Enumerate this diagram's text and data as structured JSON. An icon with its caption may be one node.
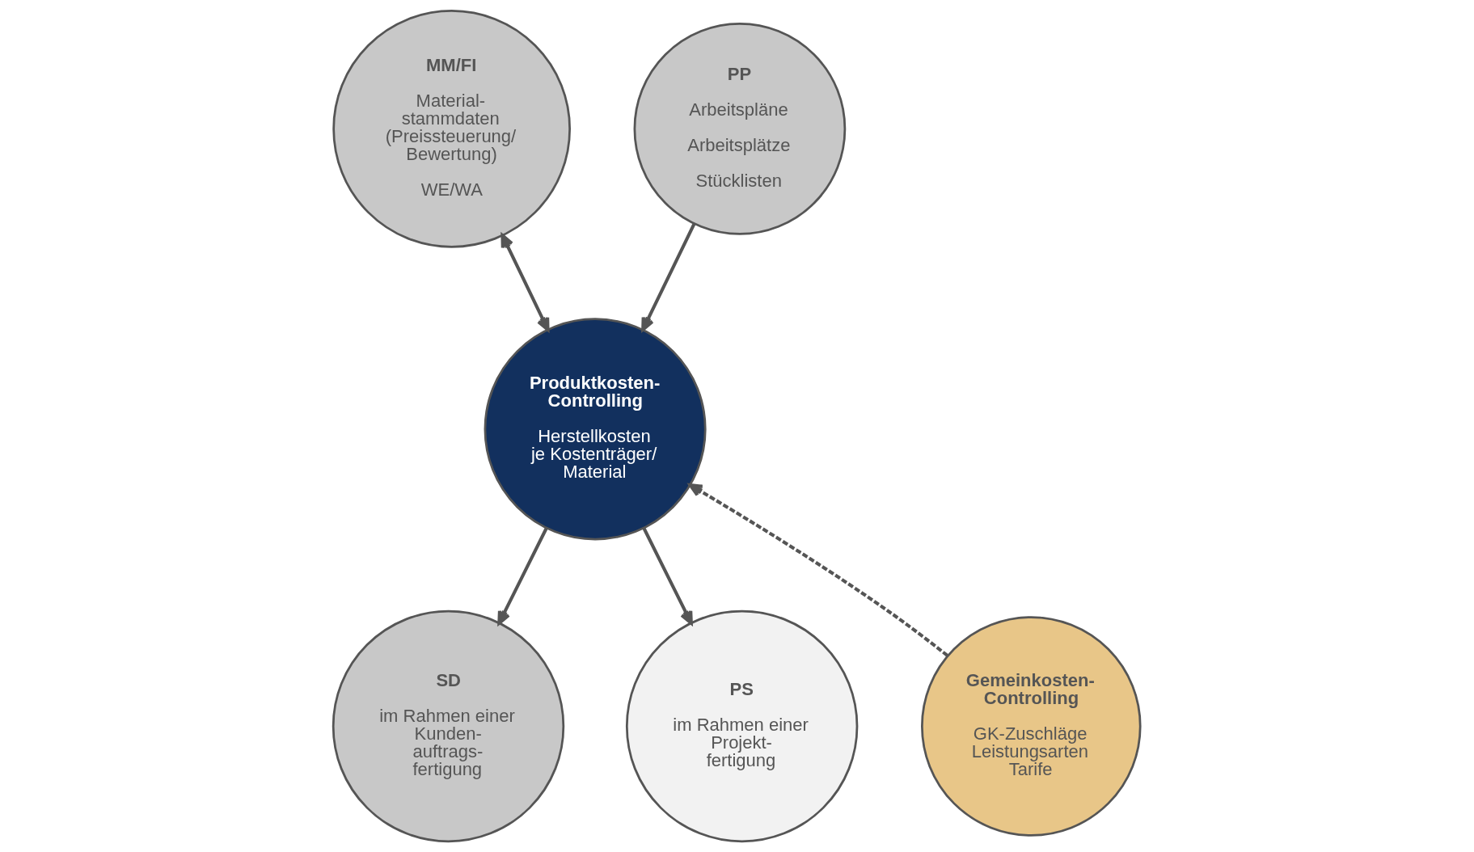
{
  "diagram": {
    "nodes": [
      {
        "text": [
          "MM/FI",
          "Material- stammdaten (Preissteuerung/ Bewertung)",
          "WE/WA"
        ]
      },
      {
        "text": [
          "PP",
          "Arbeitspläne",
          "Arbeitsplätze",
          "Stücklisten"
        ]
      },
      {
        "text": [
          "Produktkosten- Controlling",
          "Herstellkosten je Kostenträger/ Material"
        ]
      },
      {
        "text": [
          "SD",
          "im Rahmen einer Kunden- auftrags- fertigung"
        ]
      },
      {
        "text": [
          "Gemeinkosten- Controlling",
          "GK-Zuschläge Leistungsarten Tarife"
        ]
      },
      {
        "text": [
          "PS",
          "im Rahmen einer Projekt- fertigung"
        ]
      }
    ],
    "edges": [
      {
        "from": 0,
        "to": 2,
        "arrow": "both"
      },
      {
        "from": 1,
        "to": 2,
        "arrow": "to"
      },
      {
        "from": 2,
        "to": 3,
        "arrow": "to"
      },
      {
        "from": 4,
        "to": 2,
        "arrow": "to",
        "style": "dashed"
      },
      {
        "from": 2,
        "to": 5,
        "arrow": "to"
      }
    ]
  }
}
